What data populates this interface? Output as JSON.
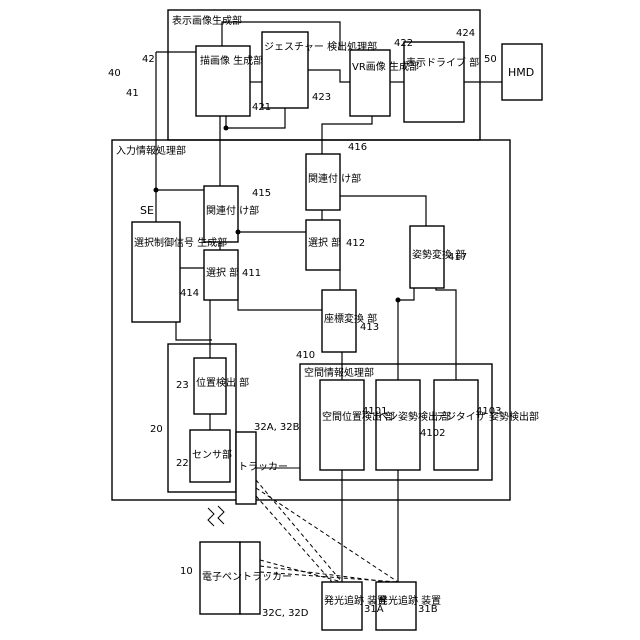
{
  "diagram": {
    "display_image_gen": "表示画像生成部",
    "drawing_image_gen": "描画像\n生成部",
    "gesture_detect": "ジェスチャー\n検出処理部",
    "vr_image_gen": "VR画像\n生成部",
    "display_drive": "表示ドライブ\n部",
    "hmd": "HMD",
    "input_info_proc": "入力情報処理部",
    "select_ctrl_signal": "選択制御信号\n生成部",
    "select_411": "選択\n部",
    "relate_415": "関連付\nけ部",
    "select_412": "選択\n部",
    "relate_416": "関連付\nけ部",
    "coord_convert": "座標変換\n部",
    "posture_convert": "姿勢変換\n部",
    "spatial_info_proc": "空間情報処理部",
    "spatial_pos_detect": "空間位置検出\n部",
    "pen_posture_detect": "ペン姿勢検出\n部",
    "digitizer_posture": "デジタイザ\n姿勢検出部",
    "pos_detect": "位置検出\n部",
    "sensor": "センサ部",
    "tracker": "トラッカー",
    "e_pen": "電子ペン",
    "tracker2": "トラッカー",
    "light_track_a": "発光追跡\n装置",
    "light_track_b": "発光追跡\n装置",
    "se": "SE",
    "labels": {
      "n40": "40",
      "n41": "41",
      "n42": "42",
      "n421": "421",
      "n423": "423",
      "n422": "422",
      "n424": "424",
      "n50": "50",
      "n415": "415",
      "n416": "416",
      "n414": "414",
      "n411": "411",
      "n412": "412",
      "n417": "417",
      "n413": "413",
      "n410": "410",
      "n4101": "4101",
      "n4102": "4102",
      "n4103": "4103",
      "n23": "23",
      "n20": "20",
      "n22": "22",
      "n32ab": "32A, 32B",
      "n10": "10",
      "n32cd": "32C, 32D",
      "n31a": "31A",
      "n31b": "31B"
    }
  }
}
